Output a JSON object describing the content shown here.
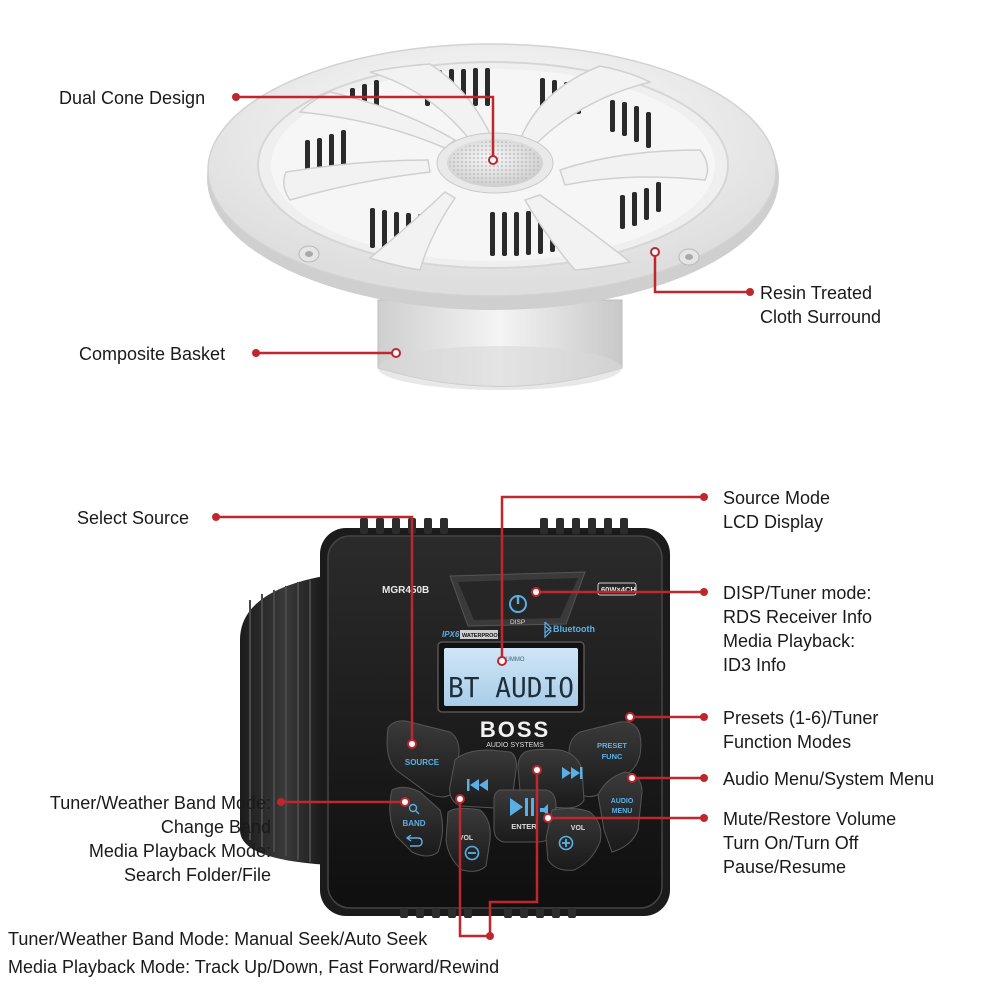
{
  "callouts": {
    "dual_cone": [
      "Dual Cone Design"
    ],
    "resin": [
      "Resin Treated",
      "Cloth Surround"
    ],
    "basket": [
      "Composite Basket"
    ],
    "select_source": [
      "Select Source"
    ],
    "source_mode": [
      "Source Mode",
      "LCD Display"
    ],
    "disp": [
      "DISP/Tuner mode:",
      "RDS Receiver Info",
      "Media Playback:",
      "ID3 Info"
    ],
    "presets": [
      "Presets (1-6)/Tuner",
      "Function Modes"
    ],
    "audio_menu": [
      "Audio Menu/System Menu"
    ],
    "tuner_band": [
      "Tuner/Weather Band Mode:",
      "Change Band",
      "Media Playback Mode:",
      "Search Folder/File"
    ],
    "mute": [
      "Mute/Restore Volume",
      "Turn On/Turn Off",
      "Pause/Resume"
    ],
    "seek": [
      "Tuner/Weather Band Mode: Manual Seek/Auto Seek",
      "Media Playback Mode: Track Up/Down, Fast Forward/Rewind"
    ]
  },
  "device": {
    "model": "MGR450B",
    "power_rating": "60W×4CH",
    "disp": "DISP",
    "ipx": "IPX6",
    "waterproof": "WATERPROOF",
    "bluetooth": "Bluetooth",
    "lcd_small": "SUMMO",
    "lcd_text": "BT AUDIO",
    "brand": "BOSS",
    "brand_sub": "AUDIO SYSTEMS",
    "btn_source": "SOURCE",
    "btn_preset_1": "PRESET",
    "btn_preset_2": "FUNC",
    "btn_audio_1": "AUDIO",
    "btn_audio_2": "MENU",
    "btn_band": "BAND",
    "btn_enter": "ENTER",
    "btn_vol": "VOL"
  },
  "colors": {
    "callout": "#c0272d",
    "text": "#1a1a1a",
    "lcd": "#b9d8ee",
    "accent": "#4ea8e0"
  }
}
